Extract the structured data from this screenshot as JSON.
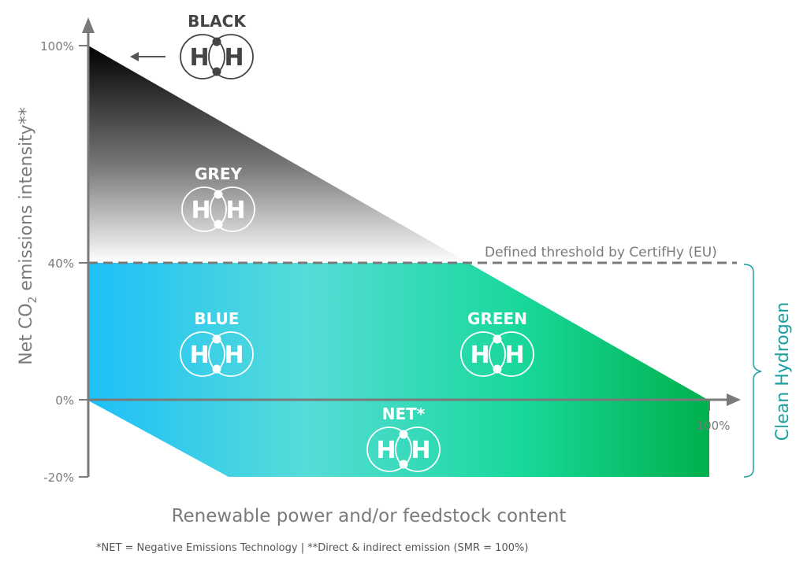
{
  "y_axis": {
    "label_prefix": "Net CO",
    "label_sub": "2",
    "label_suffix": " emissions intensity**",
    "ticks": [
      "100%",
      "40%",
      "0%",
      "-20%"
    ]
  },
  "x_axis": {
    "label": "Renewable power and/or feedstock content",
    "tick_end": "100%"
  },
  "threshold_label": "Defined threshold by CertifHy (EU)",
  "bracket_label": "Clean Hydrogen",
  "molecules": [
    {
      "name": "BLACK",
      "atom": "H"
    },
    {
      "name": "GREY",
      "atom": "H"
    },
    {
      "name": "BLUE",
      "atom": "H"
    },
    {
      "name": "GREEN",
      "atom": "H"
    },
    {
      "name": "NET*",
      "atom": "H"
    }
  ],
  "footnote": "*NET = Negative Emissions Technology | **Direct & indirect emission (SMR = 100%)",
  "colors": {
    "axis": "#7a7a7a",
    "black_top": "#000000",
    "grey_bottom": "#ffffff",
    "blue": "#1ec0f8",
    "mid": "#20d8a8",
    "green": "#00b04c",
    "teal": "#1aa0a0"
  }
}
